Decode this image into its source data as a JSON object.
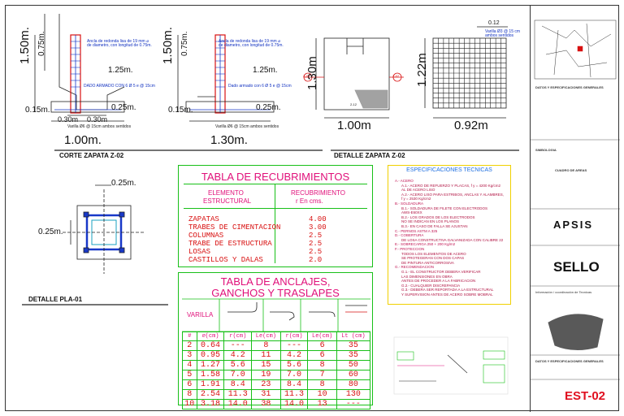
{
  "corte_zapata": {
    "title": "CORTE ZAPATA Z-02",
    "left": {
      "h_total": "1.50m.",
      "h_col": "0.75m.",
      "w_top": "1.25m.",
      "h_step": "0.15m.",
      "h_zap": "0.25m.",
      "w_col": "0.30m",
      "w_col2": "0.30m",
      "w_total": "1.00m.",
      "note_anchor": "Ancla de redonda lisa de 19 mm ⌀ de diametro, con longitud de 0.75m.",
      "note_dado": "DADO ARMADO CON 6 Ø 5 e @ 15cm",
      "note_varilla": "Varilla Ø6 @ 15cm ambos sentidos"
    },
    "right": {
      "h_total": "1.50m.",
      "h_col": "0.75m.",
      "w_top": "1.25m.",
      "h_step": "0.15m.",
      "h_zap": "0.25m.",
      "w_total": "1.30m.",
      "note_anchor": "Ancla de redonda lisa de 19 mm ⌀ de diametro, con longitud de 0.75m.",
      "note_dado": "Dado armado con 6 Ø 5 e @ 15cm",
      "note_varilla": "Varilla Ø6 @ 15cm ambos sentidos"
    }
  },
  "detalle_zapata": {
    "title": "DETALLE ZAPATA Z-02",
    "left_h": "1.30m",
    "left_w": "1.00m",
    "right_h": "1.22m",
    "right_w": "0.92m",
    "top_dim": "0.12",
    "note": "Varilla Ø3 @ 15 cm ambos sentidos",
    "marker_a": "Z-02",
    "marker_b": "Z-02",
    "inner_label": "2-12"
  },
  "detalle_pla": {
    "title": "DETALLE PLA-01",
    "top_dim": "0.25m.",
    "left_dim": "0.25m."
  },
  "tabla_recubrimientos": {
    "title": "TABLA DE RECUBRIMIENTOS",
    "head_left_1": "ELEMENTO",
    "head_left_2": "ESTRUCTURAL",
    "head_right_1": "RECUBRIMIENTO",
    "head_right_2": "r    En cms.",
    "rows": [
      {
        "elem": "ZAPATAS",
        "val": "4.00"
      },
      {
        "elem": "TRABES DE CIMENTACION",
        "val": "3.00"
      },
      {
        "elem": "COLUMNAS",
        "val": "2.5"
      },
      {
        "elem": "TRABE DE ESTRUCTURA",
        "val": "2.5"
      },
      {
        "elem": "LOSAS",
        "val": "2.5"
      },
      {
        "elem": "CASTILLOS Y DALAS",
        "val": "2.0"
      }
    ]
  },
  "tabla_anclajes": {
    "title_1": "TABLA DE ANCLAJES,",
    "title_2": "GANCHOS Y TRASLAPES",
    "varilla_label": "VARILLA",
    "cols": [
      "#",
      "⌀(cm)",
      "r(cm)",
      "Le(cm)",
      "r(cm)",
      "Le(cm)",
      "Lt (cm)"
    ],
    "rows": [
      [
        "2",
        "0.64",
        "---",
        "8",
        "---",
        "6",
        "35"
      ],
      [
        "3",
        "0.95",
        "4.2",
        "11",
        "4.2",
        "6",
        "35"
      ],
      [
        "4",
        "1.27",
        "5.6",
        "15",
        "5.6",
        "8",
        "50"
      ],
      [
        "5",
        "1.58",
        "7.0",
        "19",
        "7.0",
        "7",
        "60"
      ],
      [
        "6",
        "1.91",
        "8.4",
        "23",
        "8.4",
        "8",
        "80"
      ],
      [
        "8",
        "2.54",
        "11.3",
        "31",
        "11.3",
        "10",
        "130"
      ],
      [
        "10",
        "3.18",
        "14.0",
        "38",
        "14.0",
        "13",
        "---"
      ]
    ]
  },
  "especificaciones": {
    "title": "ESPECIFICACIONES TECNICAS",
    "lines": [
      "A.- ACERO",
      "A.1.- ACERO DE REFUERZO Y PLACAS, f y = 4200 Kg/cm2",
      "AL DE ACERO LISO",
      "A.2.- ACERO LISO PARA ESTRIBOS, ANCLAS Y ALAMBRES,",
      "f y = 2530 Kg/cm2",
      "B.- SOLDADURA",
      "B.1.- SOLDADURA DE FILETE CON ELECTRODOS",
      "AWS-E60XX",
      "B.2.- LOS GRADOS DE LOS ELECTRODOS",
      "NO SE INDICAN EN LOS PLANOS",
      "B.3.- EN CASO DE FALLA SE AJUSTAN",
      "C.- PERNOS              ASTM A 325",
      "D.- COBERTURA",
      "DE LOSA CONSTRUCTIVA GALVANIZADA CON CALIBRE 22",
      "E.- SOBRECARGA          250 + 200 Kg/m2",
      "F.- PROTECCION",
      "TODOS LOS ELEMENTOS DE ACERO",
      "SE PROTEGERAN CON DOS CAPAS",
      "DE PINTURA ANTICORROSIVA",
      "G.- RECOMENDACION",
      "G.1.- EL CONSTRUCTOR DEBERA VERIFICAR",
      "LAS DIMENSIONES EN OBRA",
      "ANTES DE PROCEDER A LA FABRICACION",
      "G.2.- CUALQUIER DISCREPANCIA",
      "G.3.- DEBERA SER REPORTADA A LA ESTRUCTURAL",
      "Y SUPERVISION ANTES DE ACERO SOBRE MOBRAL"
    ]
  },
  "title_block": {
    "notes_title": "DATOS Y ESPECIFICACIONES GENERALES",
    "simbologia": "SIMBOLOGIA",
    "logo": "APSIS",
    "sello": "SELLO",
    "code": "EST-02",
    "info_line": "Información / coordinación de Tecnicas",
    "sheet_title": "DATOS Y ESPECIFICACIONES GENERALES",
    "table_head": "CUADRO DE AREAS"
  },
  "colors": {
    "magenta": "#e0107a",
    "red": "#d81010",
    "green": "#18c018",
    "blue": "#1838c8",
    "yellow": "#f0d000"
  }
}
